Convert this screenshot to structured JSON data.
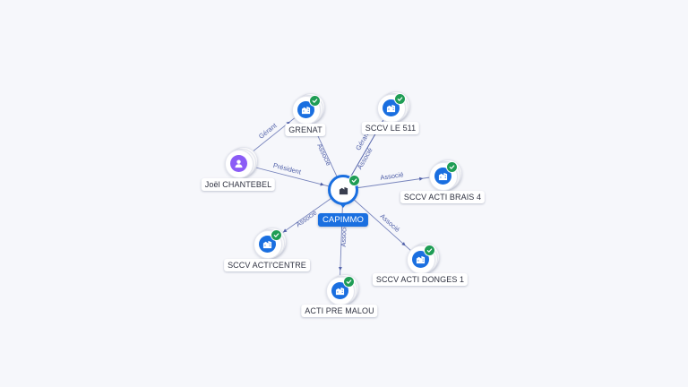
{
  "colors": {
    "company": "#1a6fe0",
    "person": "#8b5cf6",
    "check": "#1f9d55",
    "edge": "#4f5fa8",
    "label_main_bg": "#1a6fe0"
  },
  "nodes": [
    {
      "id": "capimmo",
      "label": "CAPIMMO",
      "kind": "main",
      "icon": "building-icon",
      "verified": true
    },
    {
      "id": "grenat",
      "label": "GRENAT",
      "kind": "company",
      "icon": "building-icon",
      "verified": true
    },
    {
      "id": "sccv-le-511",
      "label": "SCCV LE 511",
      "kind": "company",
      "icon": "building-icon",
      "verified": true
    },
    {
      "id": "joel",
      "label": "Joël CHANTEBEL",
      "kind": "person",
      "icon": "person-icon",
      "verified": false
    },
    {
      "id": "brais",
      "label": "SCCV ACTI BRAIS 4",
      "kind": "company",
      "icon": "building-icon",
      "verified": true
    },
    {
      "id": "centre",
      "label": "SCCV ACTI'CENTRE",
      "kind": "company",
      "icon": "building-icon",
      "verified": true
    },
    {
      "id": "donges",
      "label": "SCCV ACTI DONGES 1",
      "kind": "company",
      "icon": "building-icon",
      "verified": true
    },
    {
      "id": "malou",
      "label": "ACTI PRE MALOU",
      "kind": "company",
      "icon": "building-icon",
      "verified": true
    }
  ],
  "edges": [
    {
      "from": "capimmo",
      "to": "grenat",
      "label": "Associé"
    },
    {
      "from": "joel",
      "to": "grenat",
      "label": "Gérant"
    },
    {
      "from": "capimmo",
      "to": "sccv-le-511",
      "label": "Associé"
    },
    {
      "from": "capimmo",
      "to": "sccv-le-511",
      "label": "Gérant"
    },
    {
      "from": "joel",
      "to": "capimmo",
      "label": "Président"
    },
    {
      "from": "capimmo",
      "to": "brais",
      "label": "Associé"
    },
    {
      "from": "capimmo",
      "to": "centre",
      "label": "Associé"
    },
    {
      "from": "capimmo",
      "to": "donges",
      "label": "Associé"
    },
    {
      "from": "capimmo",
      "to": "malou",
      "label": "Associé"
    }
  ]
}
